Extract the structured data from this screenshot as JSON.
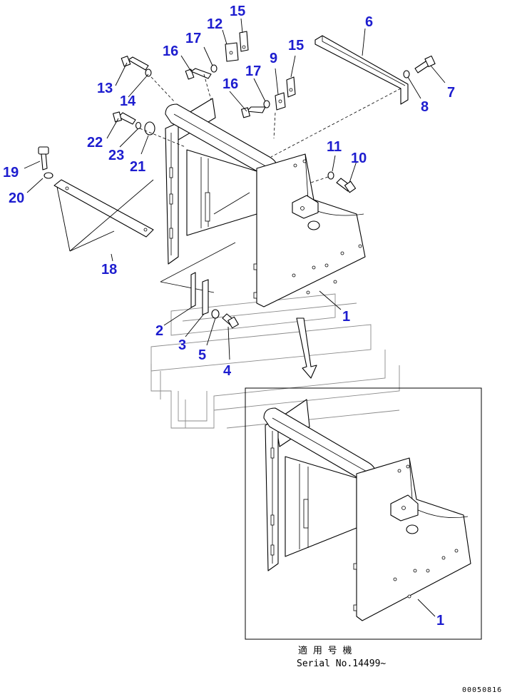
{
  "labels": [
    {
      "id": "15a",
      "text": "15"
    },
    {
      "id": "12",
      "text": "12"
    },
    {
      "id": "17a",
      "text": "17"
    },
    {
      "id": "16a",
      "text": "16"
    },
    {
      "id": "6",
      "text": "6"
    },
    {
      "id": "9",
      "text": "9"
    },
    {
      "id": "15b",
      "text": "15"
    },
    {
      "id": "13",
      "text": "13"
    },
    {
      "id": "14",
      "text": "14"
    },
    {
      "id": "17b",
      "text": "17"
    },
    {
      "id": "16b",
      "text": "16"
    },
    {
      "id": "7",
      "text": "7"
    },
    {
      "id": "8",
      "text": "8"
    },
    {
      "id": "22",
      "text": "22"
    },
    {
      "id": "23",
      "text": "23"
    },
    {
      "id": "21",
      "text": "21"
    },
    {
      "id": "11",
      "text": "11"
    },
    {
      "id": "10",
      "text": "10"
    },
    {
      "id": "19",
      "text": "19"
    },
    {
      "id": "20",
      "text": "20"
    },
    {
      "id": "18",
      "text": "18"
    },
    {
      "id": "1a",
      "text": "1"
    },
    {
      "id": "2",
      "text": "2"
    },
    {
      "id": "3",
      "text": "3"
    },
    {
      "id": "5",
      "text": "5"
    },
    {
      "id": "4",
      "text": "4"
    },
    {
      "id": "1b",
      "text": "1"
    }
  ],
  "serial_note": {
    "applicable_jp": "適 用 号 機",
    "serial": "Serial No.14499~"
  },
  "drawing_code": "00050816",
  "colors": {
    "label": "#1d1dcf",
    "line": "#000000",
    "watermark": "#8a8a8a"
  }
}
